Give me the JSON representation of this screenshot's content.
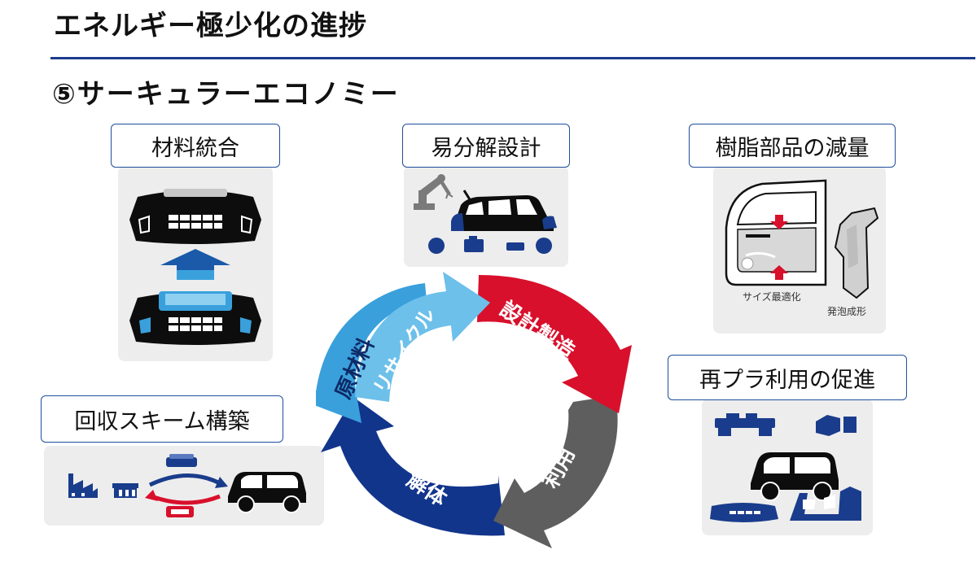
{
  "header": {
    "title": "エネルギー極少化の進捗",
    "subtitle": "⑤サーキュラーエコノミー"
  },
  "sections": {
    "material_integration": "材料統合",
    "easy_disassembly": "易分解設計",
    "resin_reduction": "樹脂部品の減量",
    "recycled_plastic": "再プラ利用の促進",
    "collection_scheme": "回収スキーム構築"
  },
  "captions": {
    "size_optimization": "サイズ最適化",
    "foam_molding": "発泡成形"
  },
  "cycle": {
    "recycle": "リサイクル",
    "raw_material": "原材料",
    "design_manufacturing": "設計製造",
    "use": "利用",
    "dismantling": "解体"
  },
  "colors": {
    "accent_blue": "#1a3c8c",
    "cycle_light_blue": "#3aa0dc",
    "cycle_red": "#d8102c",
    "cycle_gray": "#5e5e5e",
    "cycle_navy": "#12358c"
  }
}
